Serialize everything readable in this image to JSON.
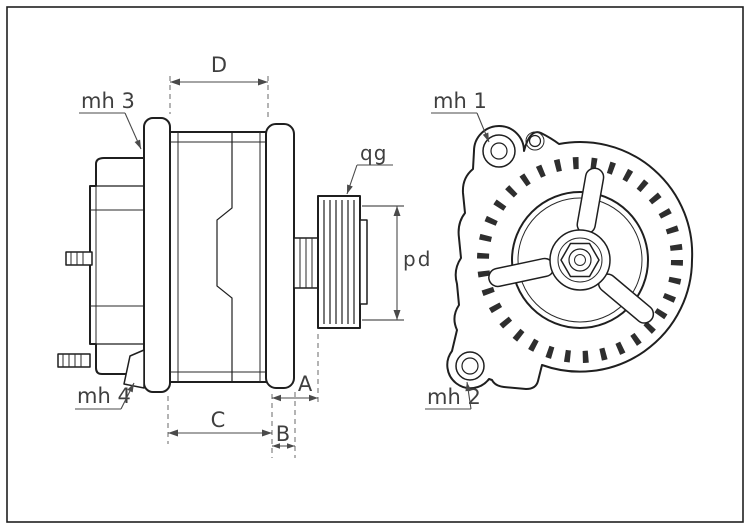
{
  "sheet": {
    "background": "#ffffff",
    "line_color": "#1f1f1f",
    "dim_color": "#4a4a4a",
    "label_color": "#3f3f3f"
  },
  "side_view": {
    "dims": {
      "d": "D",
      "a": "A",
      "b": "B",
      "c": "C",
      "pd": "pd",
      "qg": "qg"
    },
    "mount_holes": {
      "mh3": "mh 3",
      "mh4": "mh 4"
    }
  },
  "front_view": {
    "mount_holes": {
      "mh1": "mh 1",
      "mh2": "mh 2"
    }
  }
}
